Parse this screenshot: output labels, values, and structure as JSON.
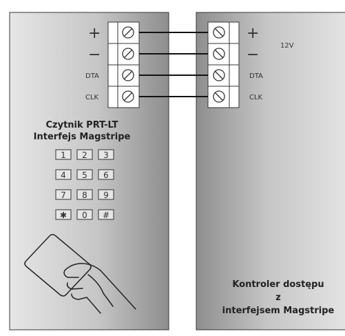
{
  "reader": {
    "title_line1": "Czytnik PRT-LT",
    "title_line2": "Interfejs Magstripe",
    "terminals": {
      "plus": "+",
      "minus": "−",
      "dta": "DTA",
      "clk": "CLK"
    },
    "keypad": {
      "k1": "1",
      "k2": "2",
      "k3": "3",
      "k4": "4",
      "k5": "5",
      "k6": "6",
      "k7": "7",
      "k8": "8",
      "k9": "9",
      "kstar": "✱",
      "k0": "0",
      "khash": "#"
    }
  },
  "controller": {
    "title_line1": "Kontroler dostępu",
    "title_line2": "z",
    "title_line3": "interfejsem Magstripe",
    "voltage": "12V",
    "terminals": {
      "plus": "+",
      "minus": "−",
      "dta": "DTA",
      "clk": "CLK"
    }
  },
  "colors": {
    "panel_light": "#e4e4e4",
    "panel_dark": "#8c8c8c",
    "outline": "#333333",
    "wire": "#111111"
  }
}
